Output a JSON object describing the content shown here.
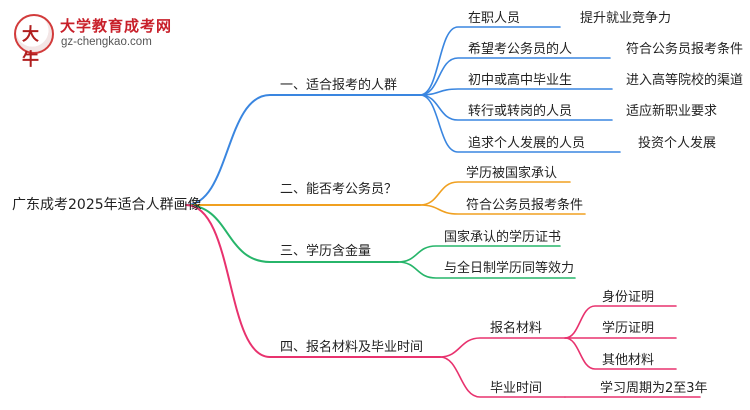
{
  "logo": {
    "mark_text": "大牛",
    "site_name": "大学教育成考网",
    "url": "gz-chengkao.com"
  },
  "mindmap": {
    "root": "广东成考2025年适合人群画像",
    "branches": [
      {
        "label": "一、适合报考的人群",
        "color": "#3a86e0",
        "children": [
          {
            "label": "在职人员",
            "detail": "提升就业竞争力"
          },
          {
            "label": "希望考公务员的人",
            "detail": "符合公务员报考条件"
          },
          {
            "label": "初中或高中毕业生",
            "detail": "进入高等院校的渠道"
          },
          {
            "label": "转行或转岗的人员",
            "detail": "适应新职业要求"
          },
          {
            "label": "追求个人发展的人员",
            "detail": "投资个人发展"
          }
        ]
      },
      {
        "label": "二、能否考公务员？",
        "color": "#f0a020",
        "children": [
          {
            "label": "学历被国家承认"
          },
          {
            "label": "符合公务员报考条件"
          }
        ]
      },
      {
        "label": "三、学历含金量",
        "color": "#27b56a",
        "children": [
          {
            "label": "国家承认的学历证书"
          },
          {
            "label": "与全日制学历同等效力"
          }
        ]
      },
      {
        "label": "四、报名材料及毕业时间",
        "color": "#e8326e",
        "children": [
          {
            "label": "报名材料",
            "children": [
              "身份证明",
              "学历证明",
              "其他材料"
            ]
          },
          {
            "label": "毕业时间",
            "children": [
              "学习周期为2至3年"
            ]
          }
        ]
      }
    ]
  }
}
